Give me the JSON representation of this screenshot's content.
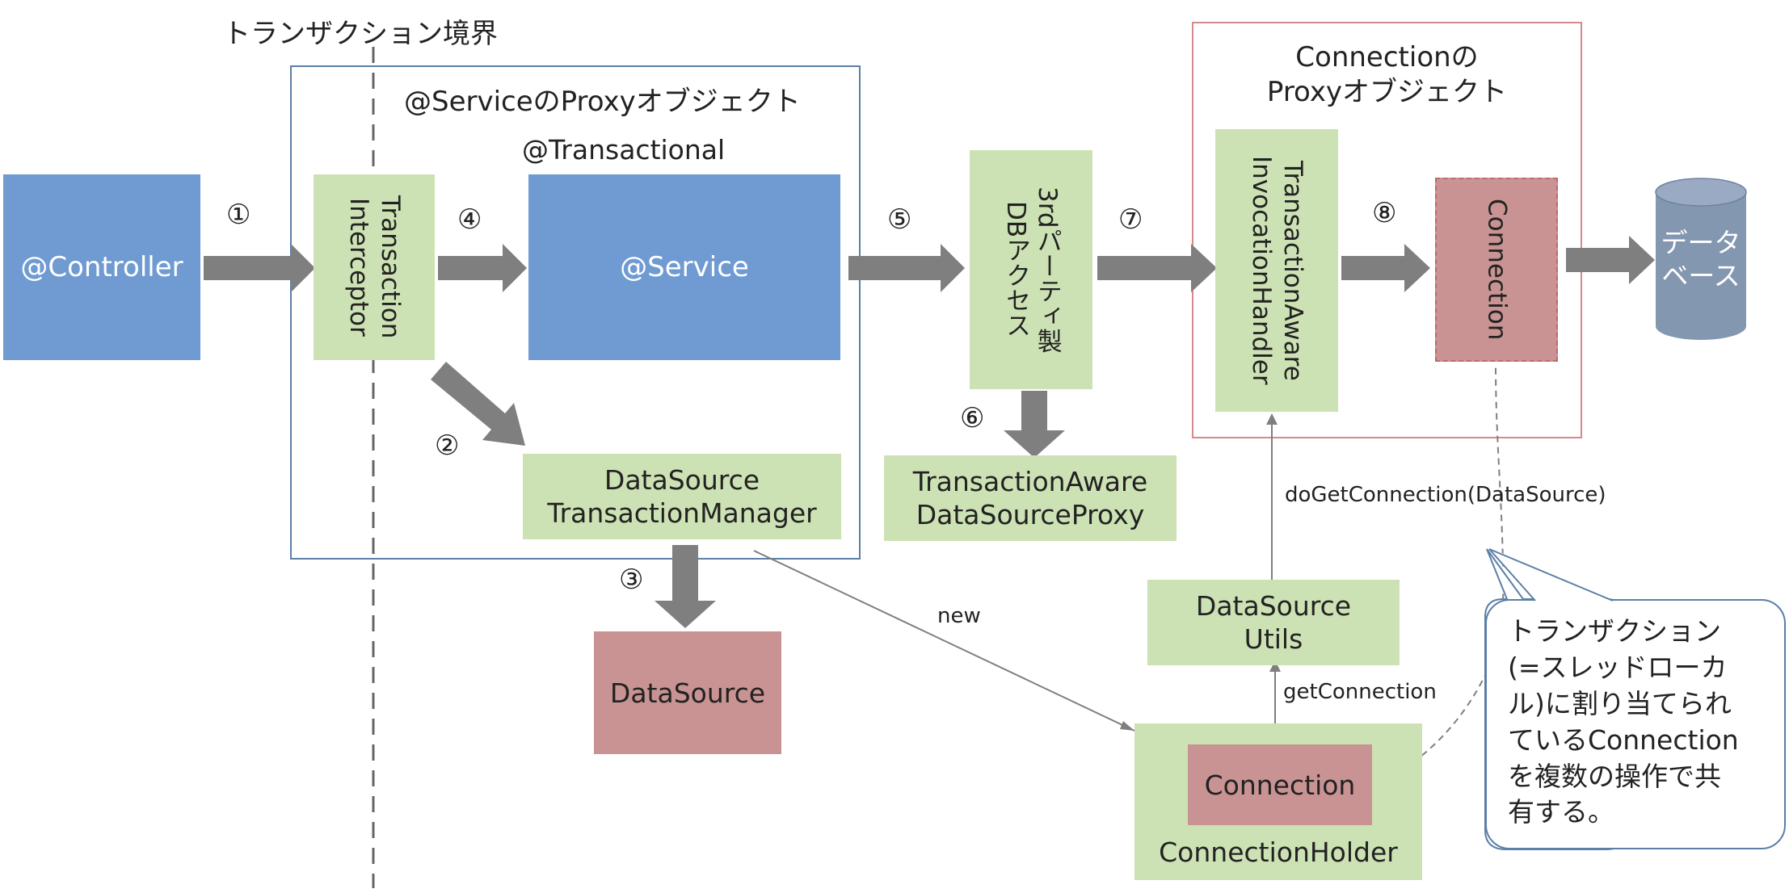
{
  "boundary_label": "トランザクション境界",
  "service_proxy_label": "@ServiceのProxyオブジェクト",
  "transactional_label": "@Transactional",
  "connection_proxy_label": "Connectionの\nProxyオブジェクト",
  "nodes": {
    "controller": "@Controller",
    "interceptor": "Transaction\nInterceptor",
    "service": "@Service",
    "tx_manager": "DataSource\nTransactionManager",
    "datasource": "DataSource",
    "third_party": "3rdパーティ製\nDBアクセス",
    "ds_proxy": "TransactionAware\nDataSourceProxy",
    "invocation_handler": "TransactionAware\nInvocationHandler",
    "connection_vertical": "Connection",
    "database": "データ\nベース",
    "ds_utils": "DataSource\nUtils",
    "holder_label": "ConnectionHolder",
    "holder_connection": "Connection"
  },
  "steps": [
    "①",
    "②",
    "③",
    "④",
    "⑤",
    "⑥",
    "⑦",
    "⑧"
  ],
  "edge_labels": {
    "new": "new",
    "get_connection": "getConnection",
    "do_get_connection": "doGetConnection(DataSource)"
  },
  "callout": "トランザクション\n(=スレッドローカ\nル)に割り当てられ\nているConnection\nを複数の操作で共\n有する。",
  "colors": {
    "blue": "#6f9bd2",
    "green": "#cde2b4",
    "red": "#c99393",
    "arrow": "#7f7f7f",
    "database": "#8497b0"
  }
}
